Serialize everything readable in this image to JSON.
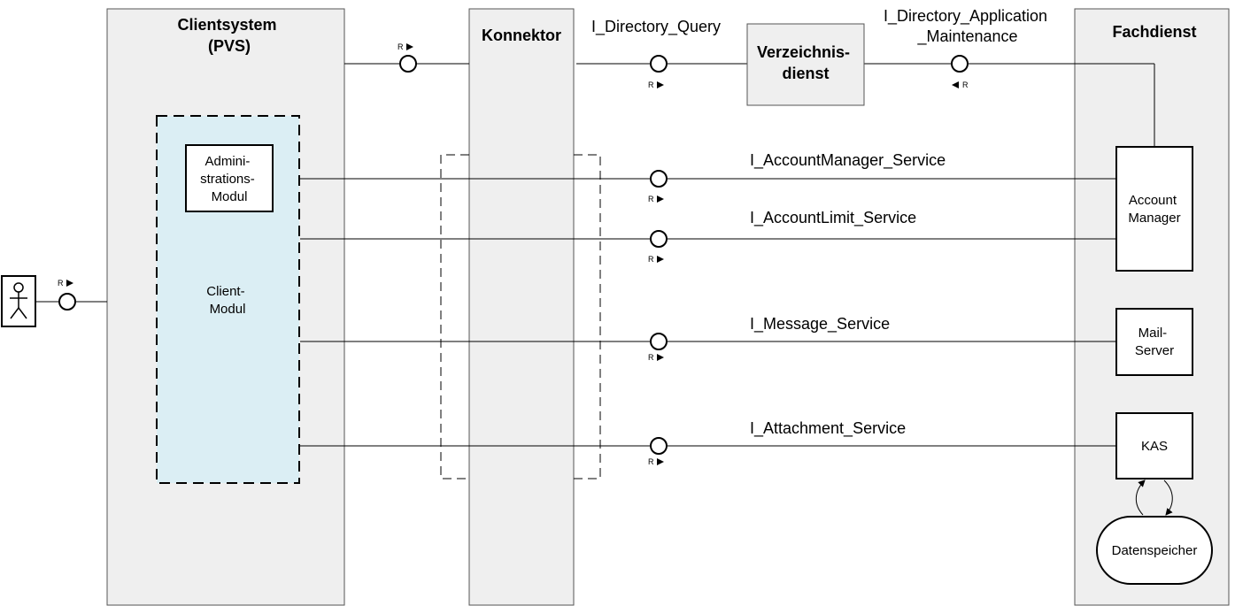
{
  "systems": {
    "clientsystem": [
      "Clientsystem",
      "(PVS)"
    ],
    "konnektor": "Konnektor",
    "fachdienst": "Fachdienst"
  },
  "components": {
    "verzeichnisdienst": [
      "Verzeichnis-",
      "dienst"
    ],
    "admin_modul": [
      "Admini-",
      "strations-",
      "Modul"
    ],
    "client_modul": [
      "Client-",
      "Modul"
    ],
    "account_manager": [
      "Account",
      "Manager"
    ],
    "mail_server": [
      "Mail-",
      "Server"
    ],
    "kas": "KAS",
    "datenspeicher": "Datenspeicher"
  },
  "interfaces": {
    "directory_query": "I_Directory_Query",
    "directory_application_maintenance": [
      "I_Directory_Application",
      "_Maintenance"
    ],
    "account_manager_service": "I_AccountManager_Service",
    "account_limit_service": "I_AccountLimit_Service",
    "message_service": "I_Message_Service",
    "attachment_service": "I_Attachment_Service"
  },
  "realization_marker": "R",
  "colors": {
    "system_fill": "#efefef",
    "client_module_fill": "#dbeef4"
  }
}
